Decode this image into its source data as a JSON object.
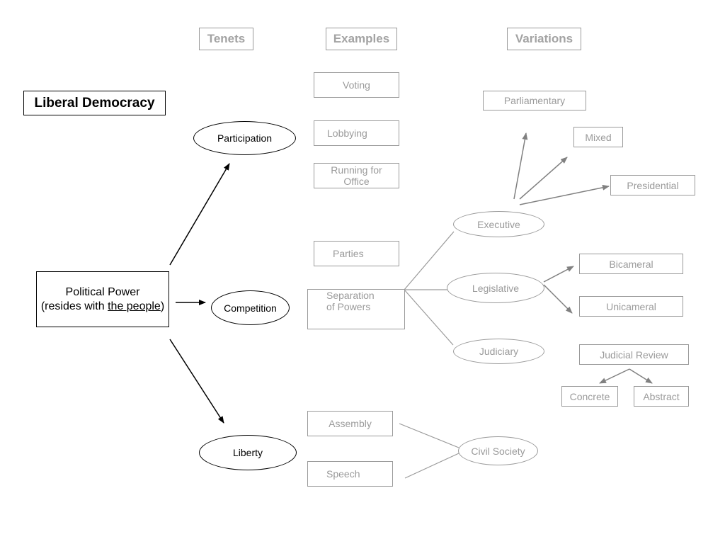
{
  "headers": {
    "tenets": "Tenets",
    "examples": "Examples",
    "variations": "Variations"
  },
  "title": "Liberal Democracy",
  "political_power": {
    "line1": "Political Power",
    "line2_pre": "(resides with ",
    "line2_u": "the people",
    "line2_post": ")"
  },
  "tenets": {
    "participation": "Participation",
    "competition": "Competition",
    "liberty": "Liberty"
  },
  "examples": {
    "voting": "Voting",
    "lobbying": "Lobbying",
    "running_l1": "Running for",
    "running_l2": "Office",
    "parties": "Parties",
    "separation_l1": "Separation",
    "separation_l2": "of Powers",
    "assembly": "Assembly",
    "speech": "Speech"
  },
  "branches": {
    "executive": "Executive",
    "legislative": "Legislative",
    "judiciary": "Judiciary"
  },
  "civil_society": "Civil Society",
  "variations": {
    "parliamentary": "Parliamentary",
    "mixed": "Mixed",
    "presidential": "Presidential",
    "bicameral": "Bicameral",
    "unicameral": "Unicameral",
    "judicial_review": "Judicial Review",
    "concrete": "Concrete",
    "abstract": "Abstract"
  },
  "colors": {
    "primary": "#000000",
    "secondary": "#9a9a9a"
  }
}
